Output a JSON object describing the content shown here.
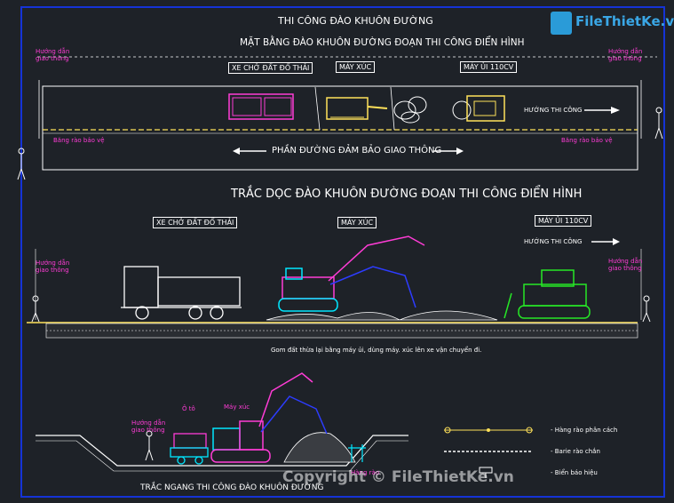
{
  "logo": {
    "text": "FileThietKe.vn"
  },
  "watermark": {
    "text": "Copyright © FileThietKe.vn"
  },
  "plan": {
    "main_title": "THI CÔNG ĐÀO KHUÔN ĐƯỜNG",
    "title": "MẶT BẰNG ĐÀO KHUÔN ĐƯỜNG ĐOẠN THI CÔNG ĐIỂN HÌNH",
    "truck_label": "XE CHỞ ĐẤT ĐỔ THẢI",
    "excavator_label": "MÁY XÚC",
    "dozer_label": "MÁY ỦI 110CV",
    "direction_label": "HƯỚNG THI CÔNG",
    "fence_left": "Băng rào bảo vệ",
    "fence_right": "Băng rào bảo vệ",
    "traffic_label": "PHẦN ĐƯỜNG ĐẢM BẢO GIAO THÔNG",
    "flagman_left": "Hướng dẫn\ngiao thông",
    "flagman_right": "Hướng dẫn\ngiao thông"
  },
  "profile": {
    "title": "TRẮC DỌC  ĐÀO KHUÔN ĐƯỜNG ĐOẠN THI CÔNG ĐIỂN HÌNH",
    "truck_label": "XE CHỞ ĐẤT ĐỔ THẢI",
    "excavator_label": "MÁY XÚC",
    "dozer_label": "MÁY ỦI 110CV",
    "direction_label": "HƯỚNG THI CÔNG",
    "flagman_left": "Hướng dẫn\ngiao thông",
    "flagman_right": "Hướng dẫn\ngiao thông",
    "note": "Gom đất thừa lại bằng máy ủi, dùng máy. xúc  lên xe vận chuyển đi."
  },
  "cross": {
    "title": "TRẮC NGANG THI CÔNG ĐÀO KHUÔN ĐƯỜNG",
    "flagman": "Hướng dẫn\ngiao thông",
    "truck_label": "Ô tô",
    "excavator_label": "Máy xúc",
    "fence_label": "Hàng rào"
  },
  "legend": {
    "items": [
      {
        "label": "- Hàng rào phân cách"
      },
      {
        "label": "- Barie  rào chắn"
      },
      {
        "label": "- Biển báo hiệu"
      }
    ]
  }
}
